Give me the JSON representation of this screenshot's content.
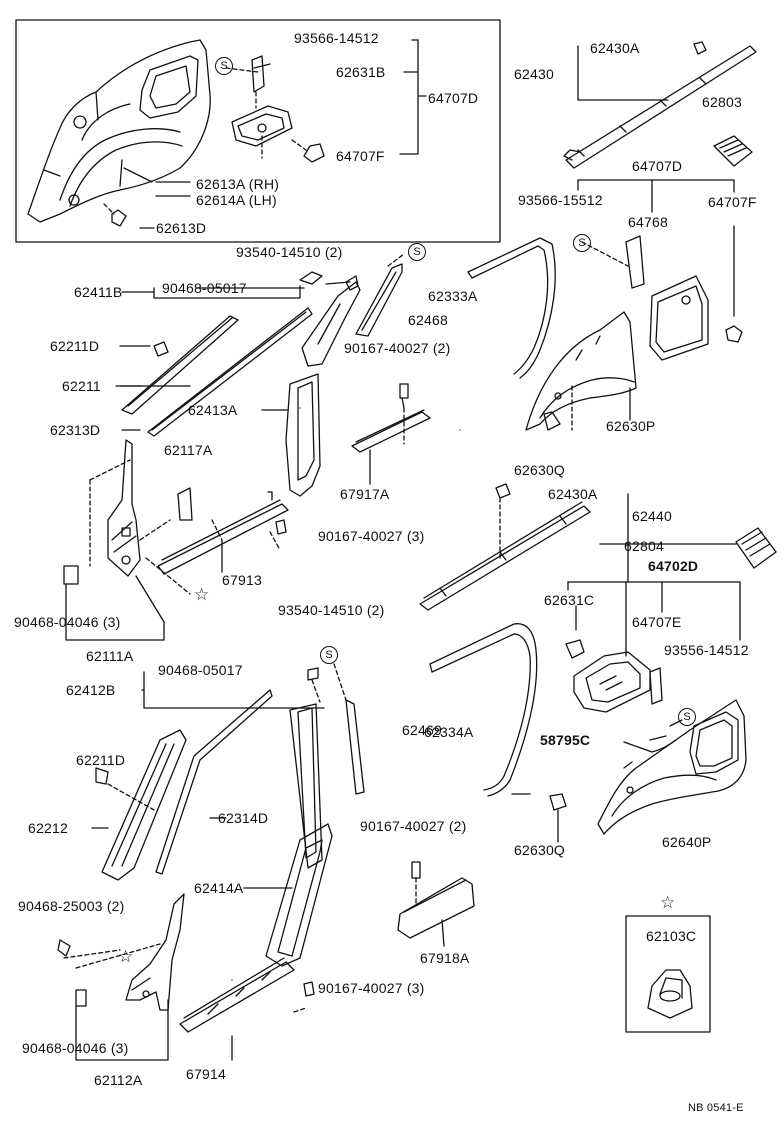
{
  "diagram": {
    "labels": {
      "p93566_14512": "93566-14512",
      "p62631B": "62631B",
      "p64707D_top": "64707D",
      "p64707F_top": "64707F",
      "p62613A": "62613A (RH)",
      "p62614A": "62614A (LH)",
      "p62613D": "62613D",
      "p62430A_top": "62430A",
      "p62430": "62430",
      "p62803": "62803",
      "p64707D_r": "64707D",
      "p93566_15512": "93566-15512",
      "p64768": "64768",
      "p64707F_r": "64707F",
      "p93540_14510_top": "93540-14510 (2)",
      "p62411B": "62411B",
      "p90468_05017_top": "90468-05017",
      "p62333A": "62333A",
      "p62468": "62468",
      "p62211D_top": "62211D",
      "p90167_40027_2_top": "90167-40027 (2)",
      "p62211": "62211",
      "p62413A": "62413A",
      "p62313D": "62313D",
      "p62630P": "62630P",
      "p62117A": "62117A",
      "p62630Q_top": "62630Q",
      "p67917A": "67917A",
      "p62430A_mid": "62430A",
      "p62440": "62440",
      "p90167_40027_3_mid": "90167-40027 (3)",
      "p67913": "67913",
      "p62804": "62804",
      "p64702D": "64702D",
      "p90468_04046_top": "90468-04046 (3)",
      "p93540_14510_mid": "93540-14510 (2)",
      "p62631C": "62631C",
      "p62111A": "62111A",
      "p64707E": "64707E",
      "p93556_14512": "93556-14512",
      "p90468_05017_mid": "90468-05017",
      "p62412B": "62412B",
      "p62334A": "62334A",
      "p62469": "62469",
      "p58795C": "58795C",
      "p62211D_mid": "62211D",
      "p62212": "62212",
      "p62314D": "62314D",
      "p90167_40027_2_low": "90167-40027 (2)",
      "p62630Q_low": "62630Q",
      "p62640P": "62640P",
      "p62414A": "62414A",
      "p90468_25003": "90468-25003 (2)",
      "p67918A": "67918A",
      "p62103C": "62103C",
      "p90167_40027_3_low": "90167-40027 (3)",
      "p90468_04046_low": "90468-04046 (3)",
      "p67914": "67914",
      "p62112A": "62112A",
      "ref_code": "NB 0541-E"
    },
    "symbols": {
      "star": "☆",
      "s_mark": "S"
    }
  }
}
